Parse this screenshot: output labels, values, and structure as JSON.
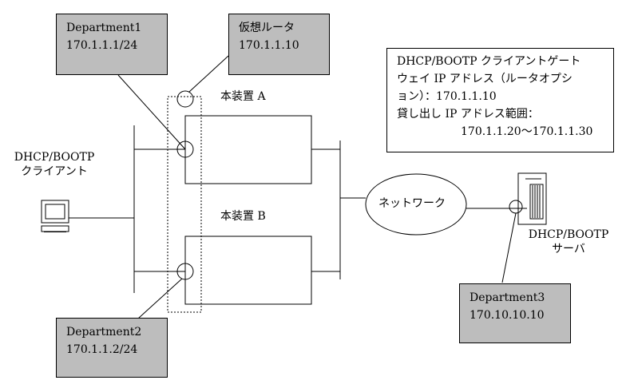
{
  "boxes": {
    "department1": {
      "name": "Department1",
      "address": "170.1.1.1/24"
    },
    "virtual_router": {
      "name": "仮想ルータ",
      "address": "170.1.1.10"
    },
    "department2": {
      "name": "Department2",
      "address": "170.1.1.2/24"
    },
    "department3": {
      "name": "Department3",
      "address": "170.10.10.10"
    }
  },
  "devices": {
    "device_a": "本装置 A",
    "device_b": "本装置 B",
    "client_line1": "DHCP/BOOTP",
    "client_line2": "クライアント",
    "server_line1": "DHCP/BOOTP",
    "server_line2": "サーバ",
    "network": "ネットワーク"
  },
  "note": {
    "line1": "DHCP/BOOTP クライアントゲート",
    "line2": "ウェイ IP アドレス（ルータオプシ",
    "line3": "ョン）：170.1.1.10",
    "line4": "貸し出し IP アドレス範囲：",
    "line5": "170.1.1.20〜170.1.1.30"
  },
  "colors": {
    "box_fill": "#bdbdbd",
    "line": "#000000"
  }
}
